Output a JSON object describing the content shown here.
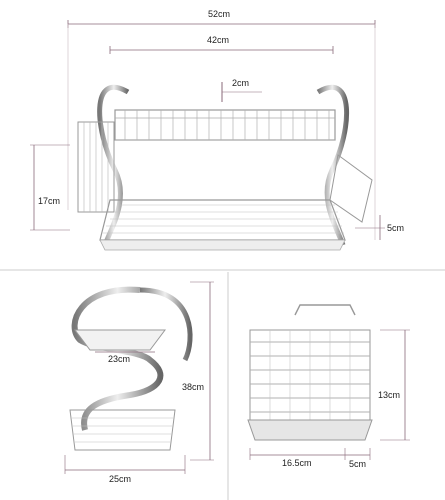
{
  "dimensions": {
    "top_width_outer": "52cm",
    "top_width_inner": "42cm",
    "wire_gap": "2cm",
    "cup_holder_height": "17cm",
    "side_depth": "5cm",
    "side_plate_width": "23cm",
    "side_height": "38cm",
    "side_base_width": "25cm",
    "cutlery_height": "13cm",
    "cutlery_width": "16.5cm",
    "cutlery_depth": "5cm"
  }
}
